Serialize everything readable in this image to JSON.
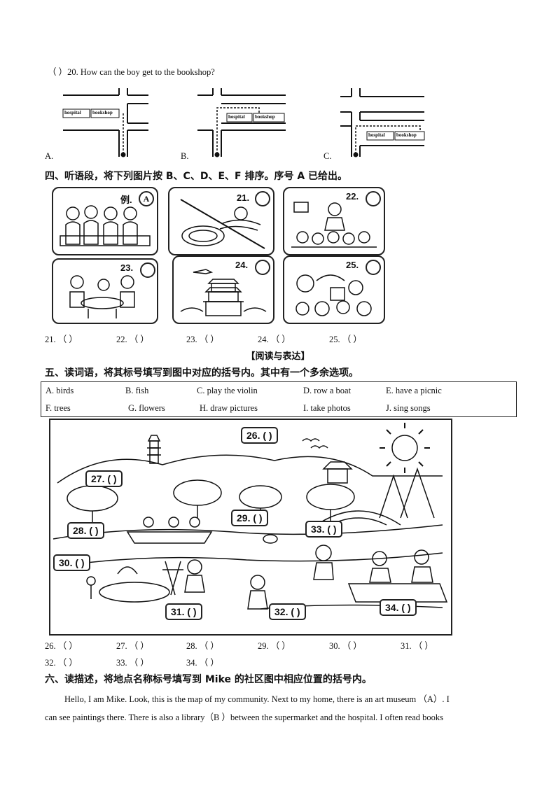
{
  "q20": {
    "stem": "（      ）20. How can the boy get to the bookshop?",
    "option_a": "A.",
    "option_b": "B.",
    "option_c": "C.",
    "map_label_hospital": "hospital",
    "map_label_bookshop": "bookshop"
  },
  "sec4": {
    "heading": "四、听语段，将下列图片按 B、C、D、E、F 排序。序号 A 已给出。",
    "panels": [
      {
        "num": "例.",
        "mark": "A"
      },
      {
        "num": "21.",
        "mark": ""
      },
      {
        "num": "22.",
        "mark": ""
      },
      {
        "num": "23.",
        "mark": ""
      },
      {
        "num": "24.",
        "mark": ""
      },
      {
        "num": "25.",
        "mark": ""
      }
    ],
    "answers": [
      "21.  （       ）",
      "22.  （       ）",
      "23.  （       ）",
      "24.  （       ）",
      "25.  （       ）"
    ]
  },
  "reading_title": "【阅读与表达】",
  "sec5": {
    "heading": "五、读词语，将其标号填写到图中对应的括号内。其中有一个多余选项。",
    "options_row1": [
      "A. birds",
      "B. fish",
      "C. play the violin",
      "D. row a boat",
      "E. have a picnic"
    ],
    "options_row2": [
      "F. trees",
      "G. flowers",
      "H. draw pictures",
      "I. take photos",
      "J. sing songs"
    ],
    "scene_labels": [
      "26. (     )",
      "27. (     )",
      "28. (     )",
      "29. (     )",
      "30. (     )",
      "31. (     )",
      "32. (     )",
      "33. (     )",
      "34. (     )"
    ],
    "answers_row1": [
      "26.  （       ）",
      "27.  （       ）",
      "28.  （       ）",
      "29.  （       ）",
      "30.  （       ）",
      "31.  （       ）"
    ],
    "answers_row2": [
      "32.  （       ）",
      "33.  （       ）",
      "34.  （       ）"
    ]
  },
  "sec6": {
    "heading": "六、读描述，将地点名称标号填写到 Mike 的社区图中相应位置的括号内。",
    "line1": "Hello,  I am Mike. Look, this is the map of my community. Next to my home, there is an art museum  （A）. I",
    "line2": "can see paintings there. There is also a library（B ）between the supermarket and the hospital.  I often read books"
  }
}
